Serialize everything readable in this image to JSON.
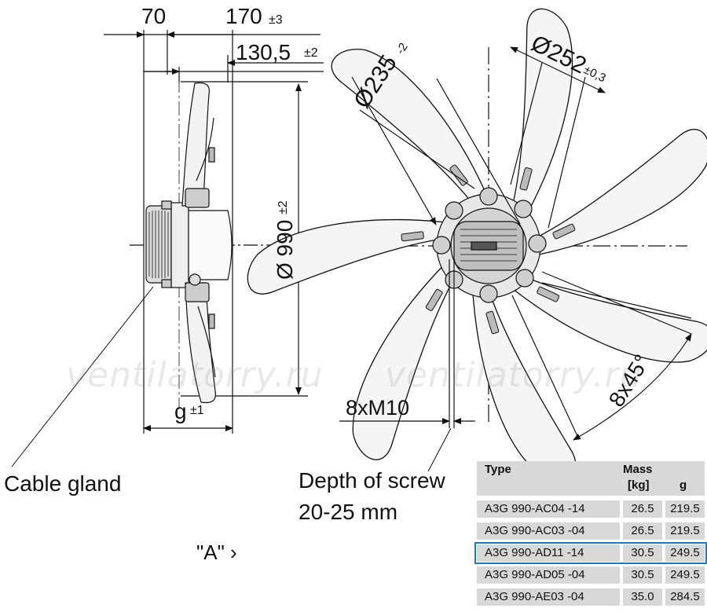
{
  "dimensions": {
    "dim_70": "70",
    "dim_170": "170",
    "dim_170_tol": "±3",
    "dim_130_5": "130,5",
    "dim_130_5_tol": "±2",
    "dim_990": "Ø 990",
    "dim_990_tol": "±2",
    "dim_g": "g",
    "dim_g_tol": "±1",
    "dim_235": "Ø235",
    "dim_235_tol": "-2",
    "dim_252": "Ø252",
    "dim_252_tol": "±0,3",
    "angle_8x45": "8x45°",
    "screw_8xM10": "8xM10"
  },
  "labels": {
    "cable_gland": "Cable gland",
    "depth_of_screw_line1": "Depth of screw",
    "depth_of_screw_line2": "20-25 mm",
    "view_a": "\"A\" ›"
  },
  "watermarks": [
    "ventilatorry.ru",
    "ventilatorry.ru"
  ],
  "table": {
    "col_type": "Type",
    "col_mass": "Mass",
    "col_mass_unit": "[kg]",
    "col_g": "g",
    "rows": [
      {
        "type": "A3G 990-AC04 -14",
        "mass": "26.5",
        "g": "219.5",
        "selected": false
      },
      {
        "type": "A3G 990-AC03 -04",
        "mass": "26.5",
        "g": "219.5",
        "selected": false
      },
      {
        "type": "A3G 990-AD11 -14",
        "mass": "30.5",
        "g": "249.5",
        "selected": true
      },
      {
        "type": "A3G 990-AD05 -04",
        "mass": "30.5",
        "g": "249.5",
        "selected": false
      },
      {
        "type": "A3G 990-AE03 -04",
        "mass": "35.0",
        "g": "284.5",
        "selected": false
      }
    ]
  },
  "colors": {
    "table_bg": "#d8d8d8",
    "highlight": "#1a7ac9",
    "line": "#111111"
  }
}
